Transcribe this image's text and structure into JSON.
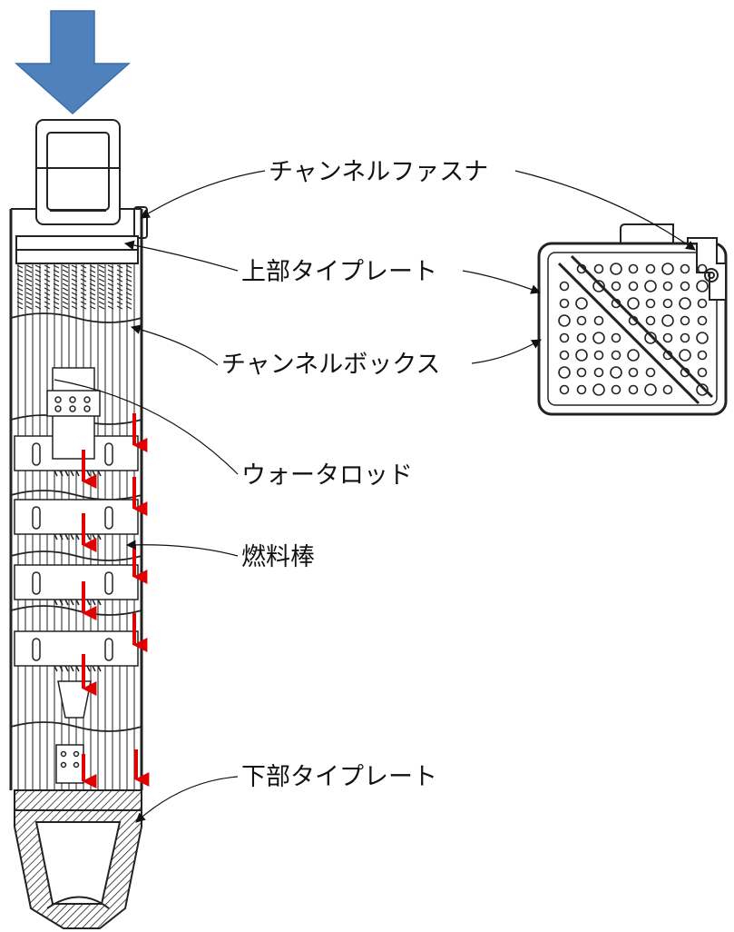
{
  "labels": {
    "channel_fastener": "チャンネルファスナ",
    "upper_tie_plate": "上部タイプレート",
    "channel_box": "チャンネルボックス",
    "water_rod": "ウォータロッド",
    "fuel_rod": "燃料棒",
    "lower_tie_plate": "下部タイプレート"
  },
  "colors": {
    "flow_arrow": "#e00000",
    "inlet_arrow": "#4f81bd",
    "drawing": "#222222"
  }
}
